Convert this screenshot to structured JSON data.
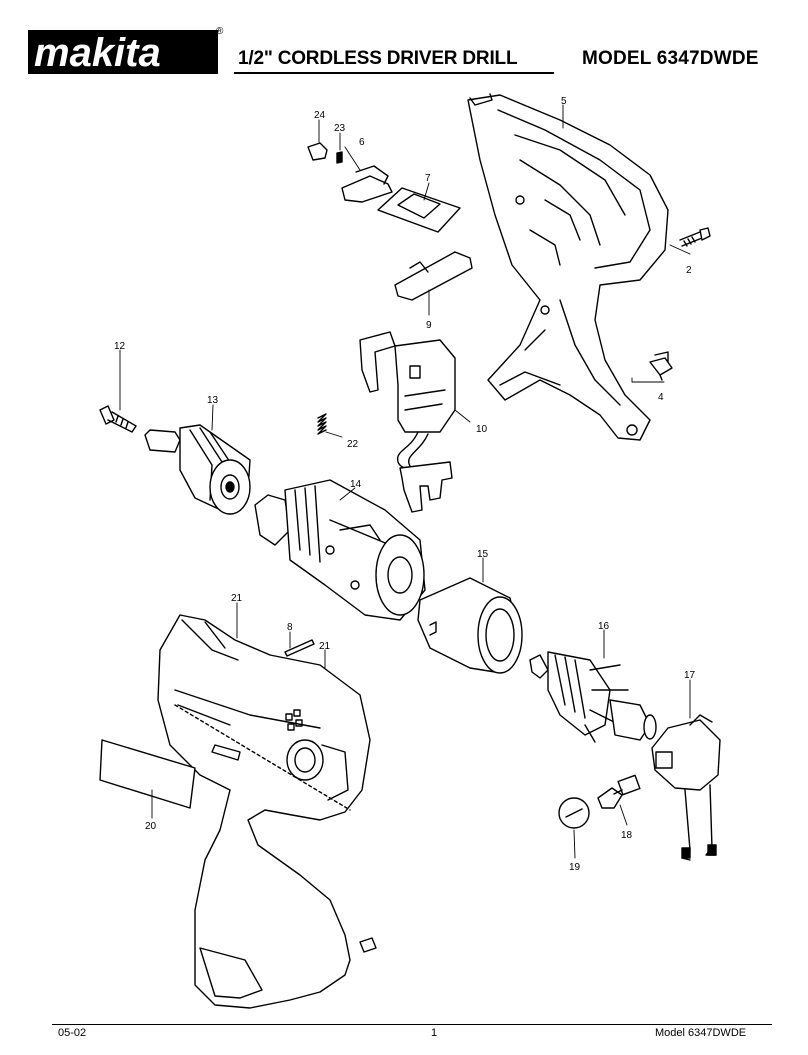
{
  "header": {
    "brand": "makita",
    "registered_mark": "®",
    "title": "1/2\" CORDLESS DRIVER DRILL",
    "model": "MODEL 6347DWDE"
  },
  "parts": {
    "p2": "2",
    "p4": "4",
    "p5": "5",
    "p6": "6",
    "p7": "7",
    "p8": "8",
    "p9": "9",
    "p10": "10",
    "p12": "12",
    "p13": "13",
    "p14": "14",
    "p15": "15",
    "p16": "16",
    "p17": "17",
    "p18": "18",
    "p19": "19",
    "p20": "20",
    "p21a": "21",
    "p21b": "21",
    "p22": "22",
    "p23": "23",
    "p24": "24"
  },
  "footer": {
    "date": "05-02",
    "page": "1",
    "model": "Model  6347DWDE"
  }
}
